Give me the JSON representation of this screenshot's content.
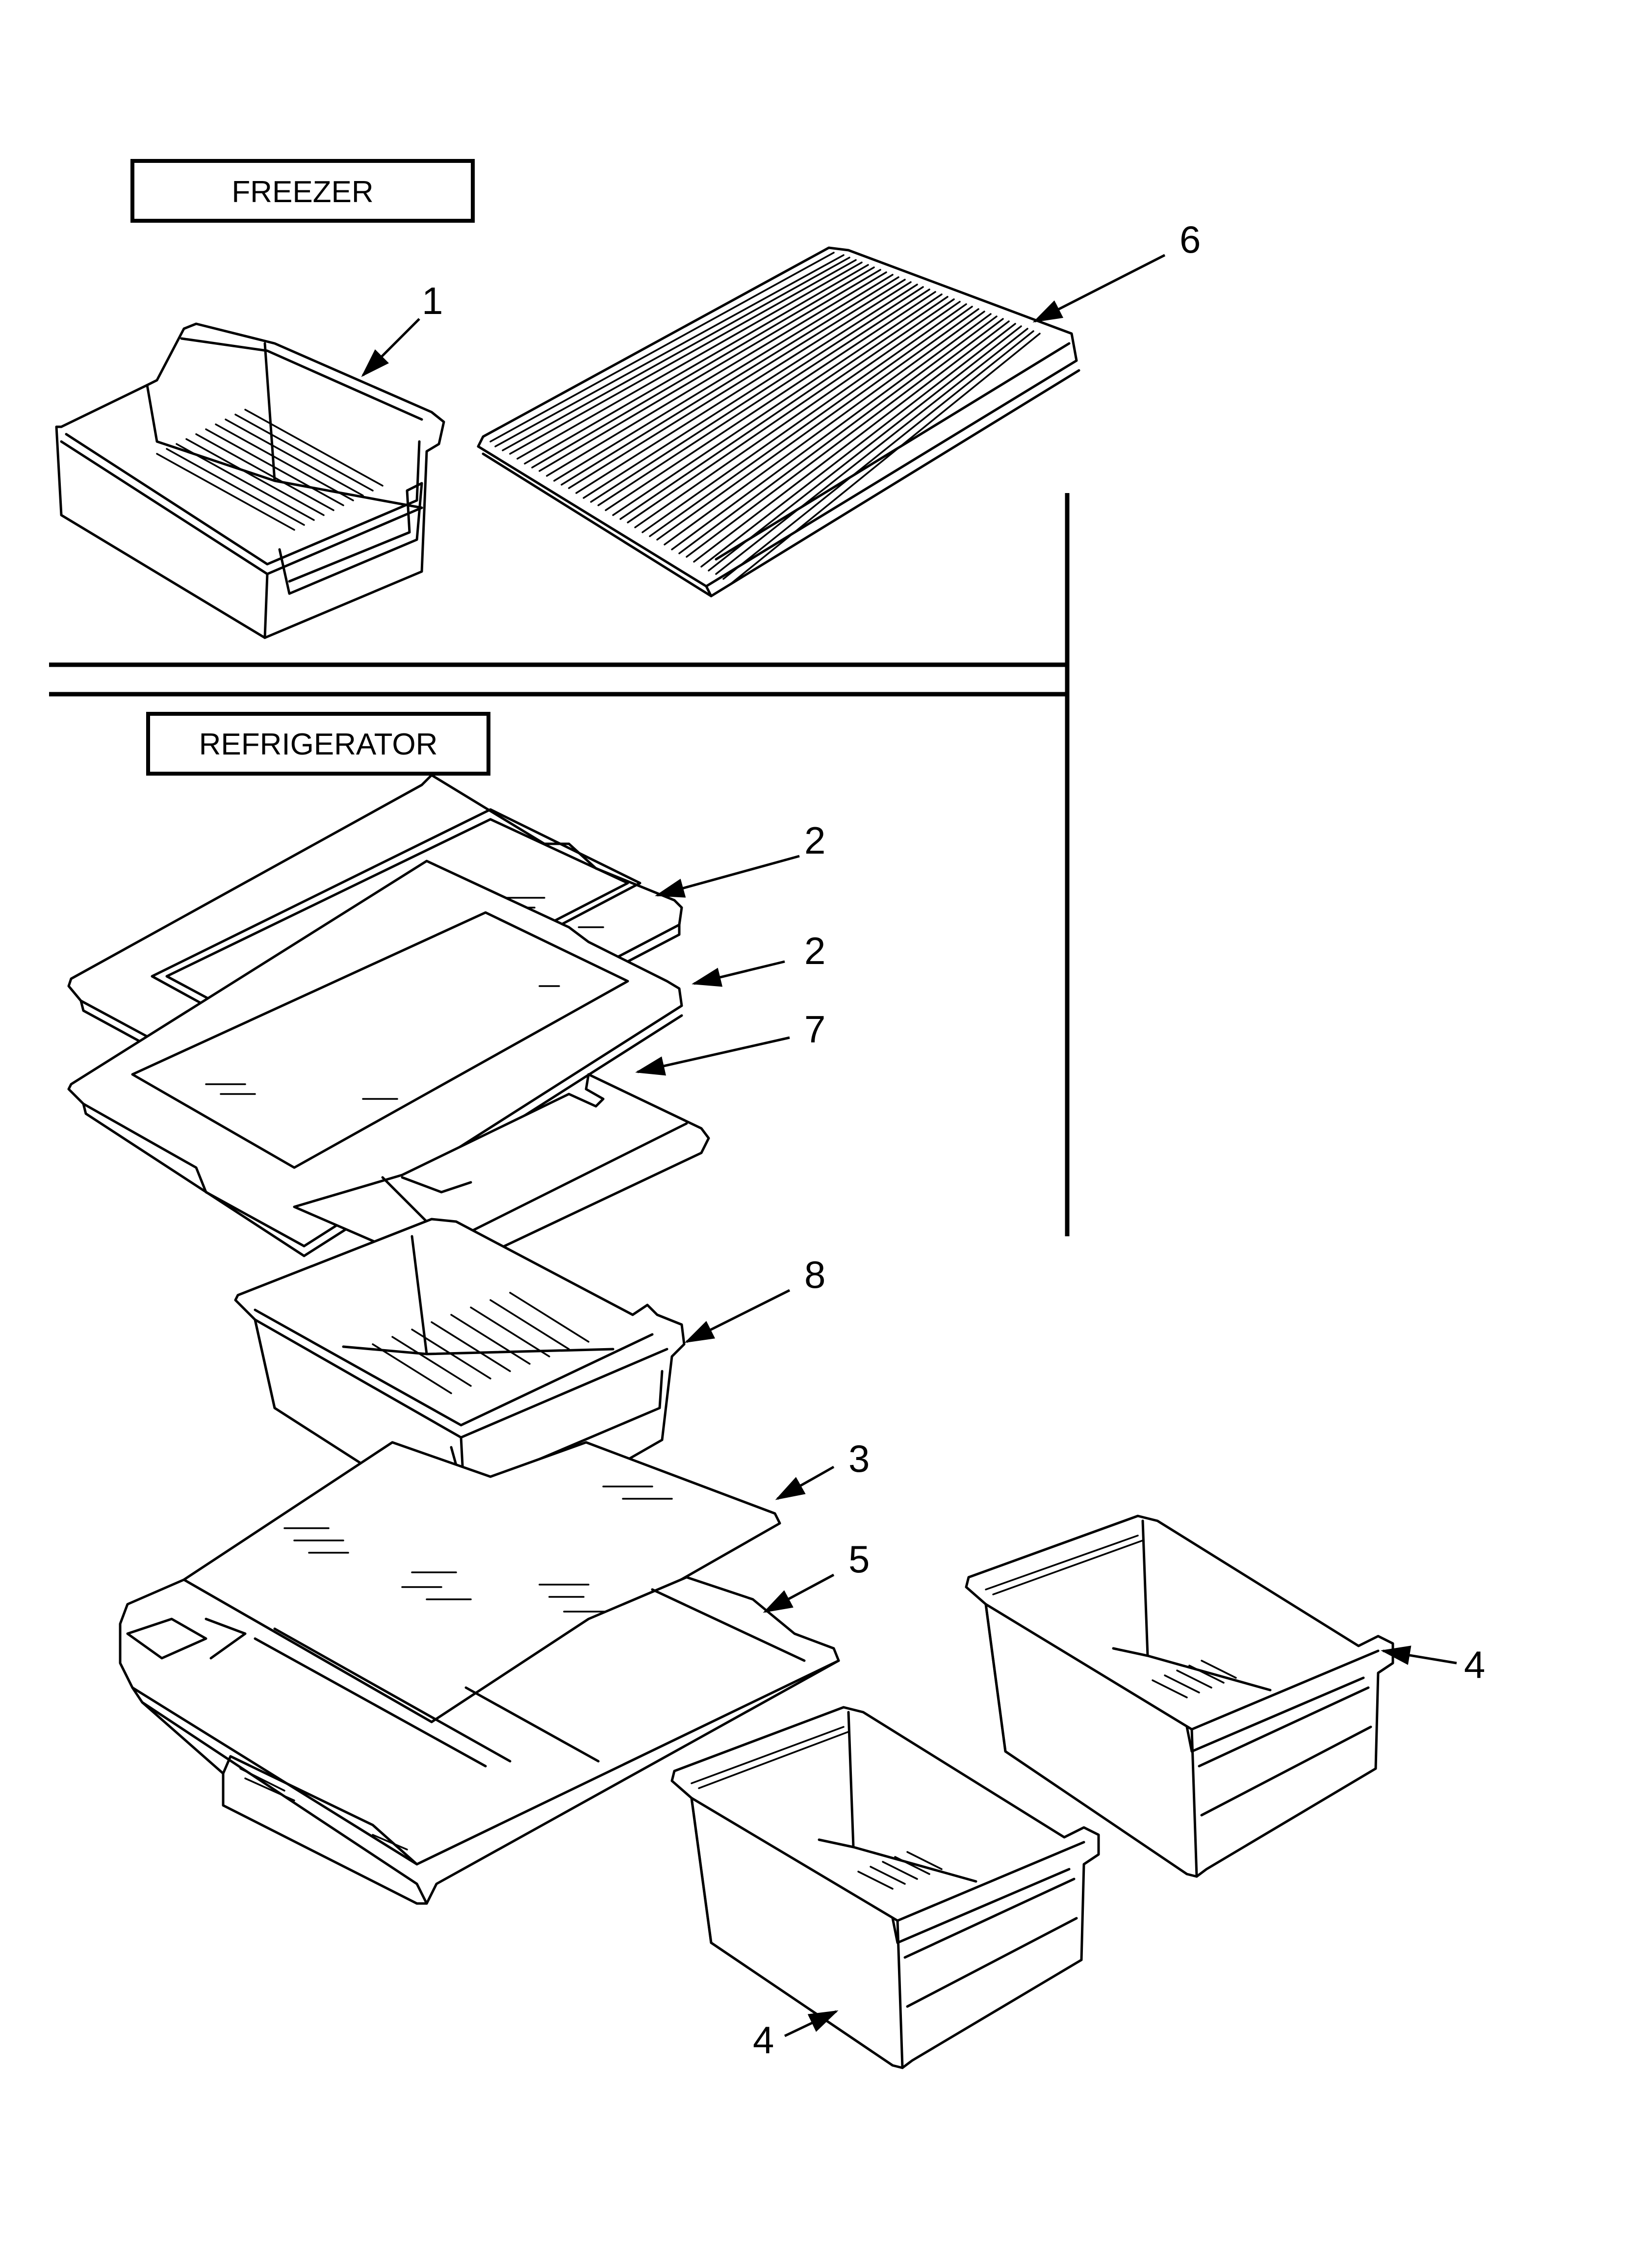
{
  "sections": {
    "freezer": "FREEZER",
    "refrigerator": "REFRIGERATOR"
  },
  "callouts": {
    "item_1": "1",
    "item_6": "6",
    "item_2_top": "2",
    "item_2_lower": "2",
    "item_7": "7",
    "item_8": "8",
    "item_3": "3",
    "item_5": "5",
    "item_4_right": "4",
    "item_4_left": "4"
  }
}
